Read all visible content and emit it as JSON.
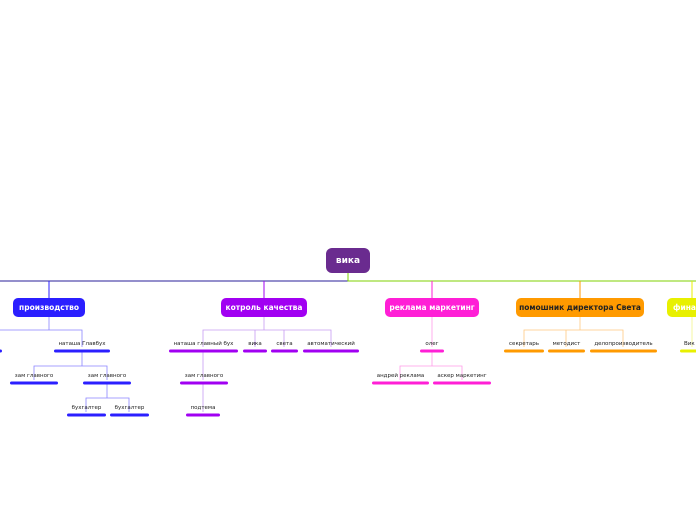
{
  "root": {
    "label": "вика",
    "color": "#6a2b8f"
  },
  "branches": [
    {
      "id": "b1",
      "label": "производство",
      "color": "#2b1fff"
    },
    {
      "id": "b2",
      "label": "котроль качества",
      "color": "#a100f2"
    },
    {
      "id": "b3",
      "label": "реклама маркетинг",
      "color": "#ff1fd6"
    },
    {
      "id": "b4",
      "label": "помошник директора Света",
      "color": "#ff9a00"
    },
    {
      "id": "b5",
      "label": "фина",
      "color": "#e8f000"
    }
  ],
  "leaves": {
    "natasha_glavbuh": "наташа Главбух",
    "zam_glavnogo_1": "зам главного",
    "zam_glavnogo_2": "зам главного",
    "buhgalter_1": "бухгалтер",
    "buhgalter_2": "бухгалтер",
    "natasha_glavny_buh": "наташа главный бух",
    "vika": "вика",
    "sveta": "света",
    "avtomaticheskiy": "автоматический",
    "zam_glavnogo_3": "зам главного",
    "podtema": "подтема",
    "oleg": "олег",
    "andrey_reklama": "андрей реклама",
    "asker_marketing": "аскер маркетинг",
    "sekretar": "секретарь",
    "metodist": "методист",
    "deloproizvoditel": "делопроизводитель",
    "vik": "Вик"
  }
}
